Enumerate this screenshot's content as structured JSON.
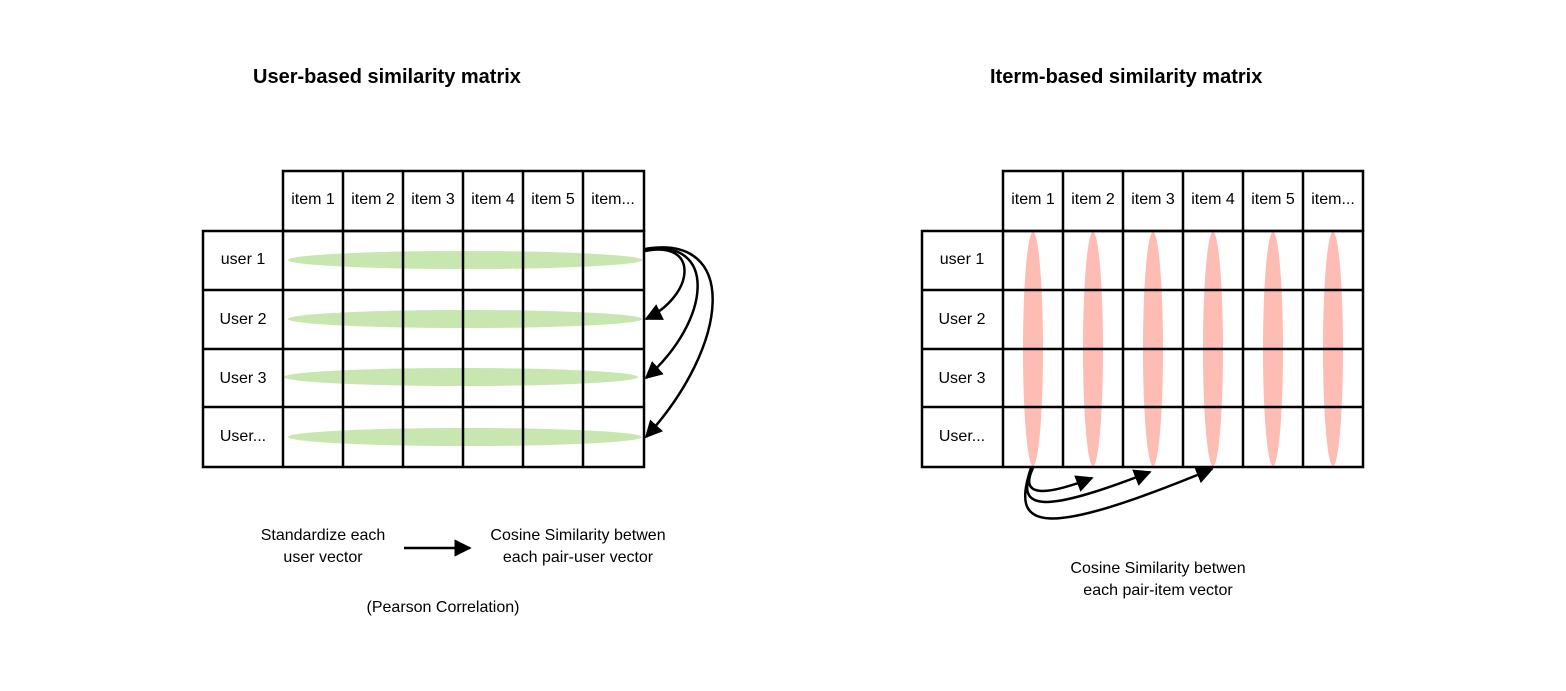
{
  "user_panel": {
    "title": "User-based similarity matrix",
    "items": [
      "item 1",
      "item 2",
      "item 3",
      "item 4",
      "item 5",
      "item..."
    ],
    "users": [
      "user 1",
      "User 2",
      "User 3",
      "User..."
    ],
    "legend_from": "Standardize each\nuser vector",
    "legend_to": "Cosine Similarity betwen\neach pair-user vector",
    "note": "(Pearson Correlation)",
    "highlight_color": "#c8e6b0"
  },
  "item_panel": {
    "title": "Iterm-based similarity matrix",
    "items": [
      "item 1",
      "item 2",
      "item 3",
      "item 4",
      "item 5",
      "item..."
    ],
    "users": [
      "user 1",
      "User 2",
      "User 3",
      "User..."
    ],
    "caption": "Cosine Similarity betwen\neach pair-item vector",
    "highlight_color": "#fdbcb4"
  }
}
